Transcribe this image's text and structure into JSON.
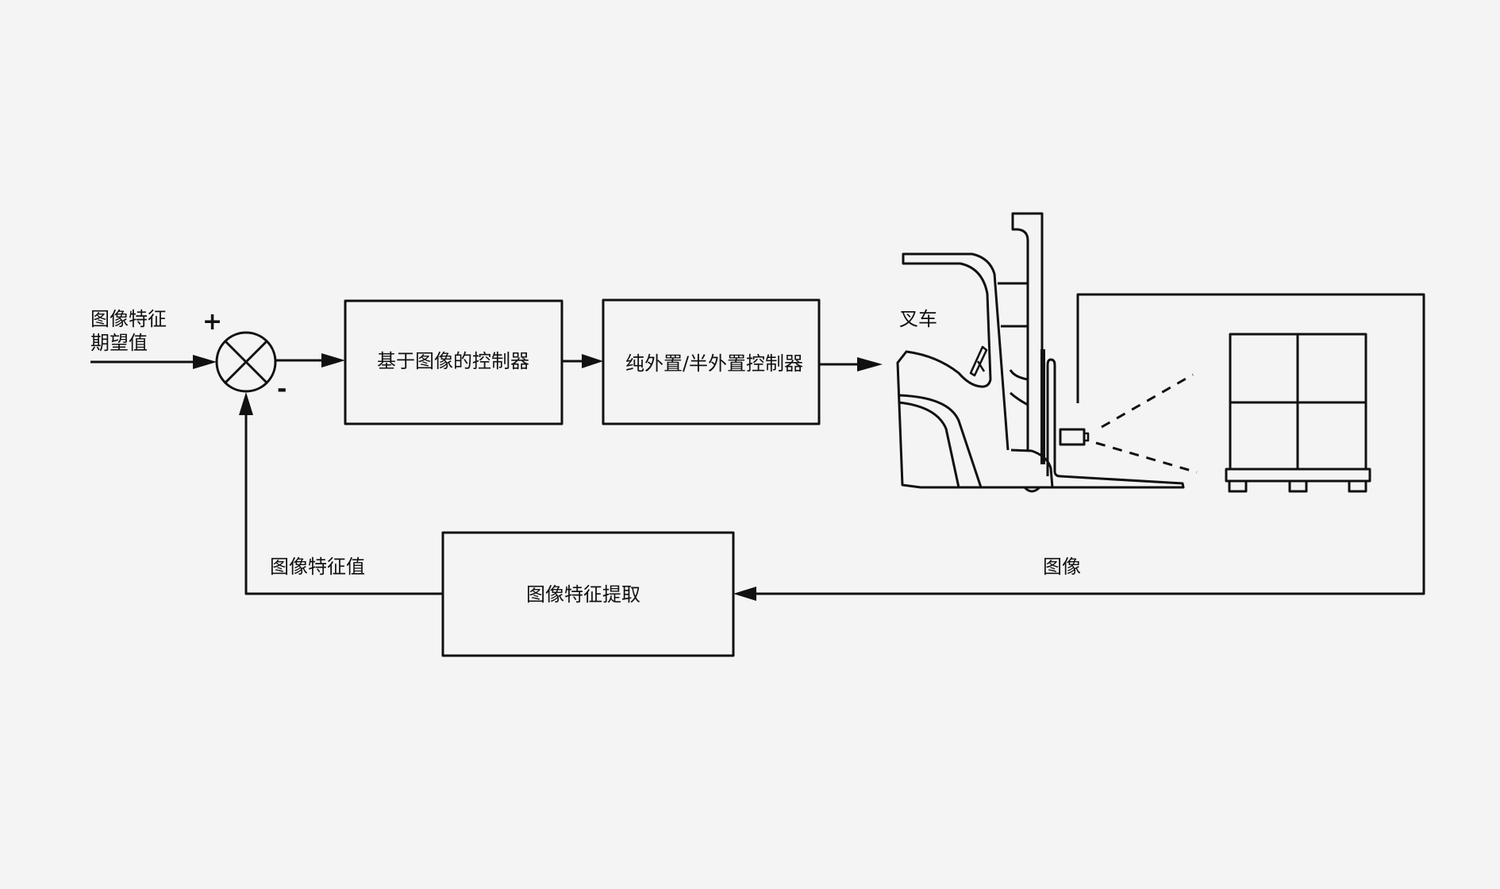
{
  "diagram": {
    "title": "基于图像的叉车视觉伺服控制框图",
    "input_label_line1": "图像特征",
    "input_label_line2": "期望值",
    "sum_plus": "+",
    "sum_minus": "-",
    "blocks": {
      "image_based_controller": "基于图像的控制器",
      "eye_to_hand_controller": "纯外置/半外置控制器",
      "feature_extraction": "图像特征提取"
    },
    "plant_label": "叉车",
    "feedback_image_label": "图像",
    "feedback_value_label": "图像特征值",
    "icons": [
      "summing-junction-icon",
      "forklift-icon",
      "camera-icon",
      "pallet-boxes-icon"
    ],
    "colors": {
      "background": "#f4f4f4",
      "stroke": "#111111"
    }
  }
}
